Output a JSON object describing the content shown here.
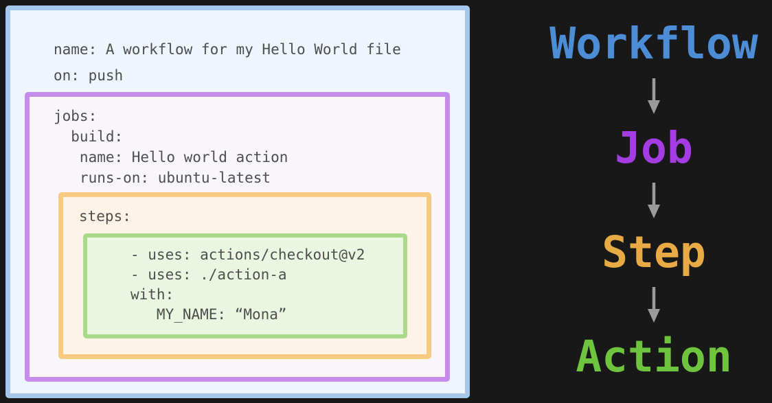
{
  "page": {
    "bg_color": "#181818"
  },
  "yaml_panel": {
    "code_color": "#4e4e4e",
    "workflow_box": {
      "border_color": "#a5c7ec",
      "bg_color": "#eff5fc",
      "lines": [
        "name: A workflow for my Hello World file",
        "on: push"
      ]
    },
    "job_box": {
      "border_color": "#c68cec",
      "bg_color": "#f8f6fb",
      "lines": [
        "jobs:",
        "  build:",
        "   name: Hello world action",
        "   runs-on: ubuntu-latest"
      ]
    },
    "step_box": {
      "border_color": "#f7c981",
      "bg_color": "#fdf3e6",
      "lines": [
        "steps:"
      ]
    },
    "action_box": {
      "border_color": "#a8da8a",
      "bg_color": "#eaf6e0",
      "lines": [
        "- uses: actions/checkout@v2",
        "- uses: ./action-a",
        "with:",
        "   MY_NAME: “Mona”"
      ]
    }
  },
  "legend": {
    "arrow_color": "#9b9b9b",
    "items": [
      {
        "label": "Workflow",
        "color": "#4d8dd6"
      },
      {
        "label": "Job",
        "color": "#a43ce2"
      },
      {
        "label": "Step",
        "color": "#e8aa44"
      },
      {
        "label": "Action",
        "color": "#6ec43e"
      }
    ]
  }
}
